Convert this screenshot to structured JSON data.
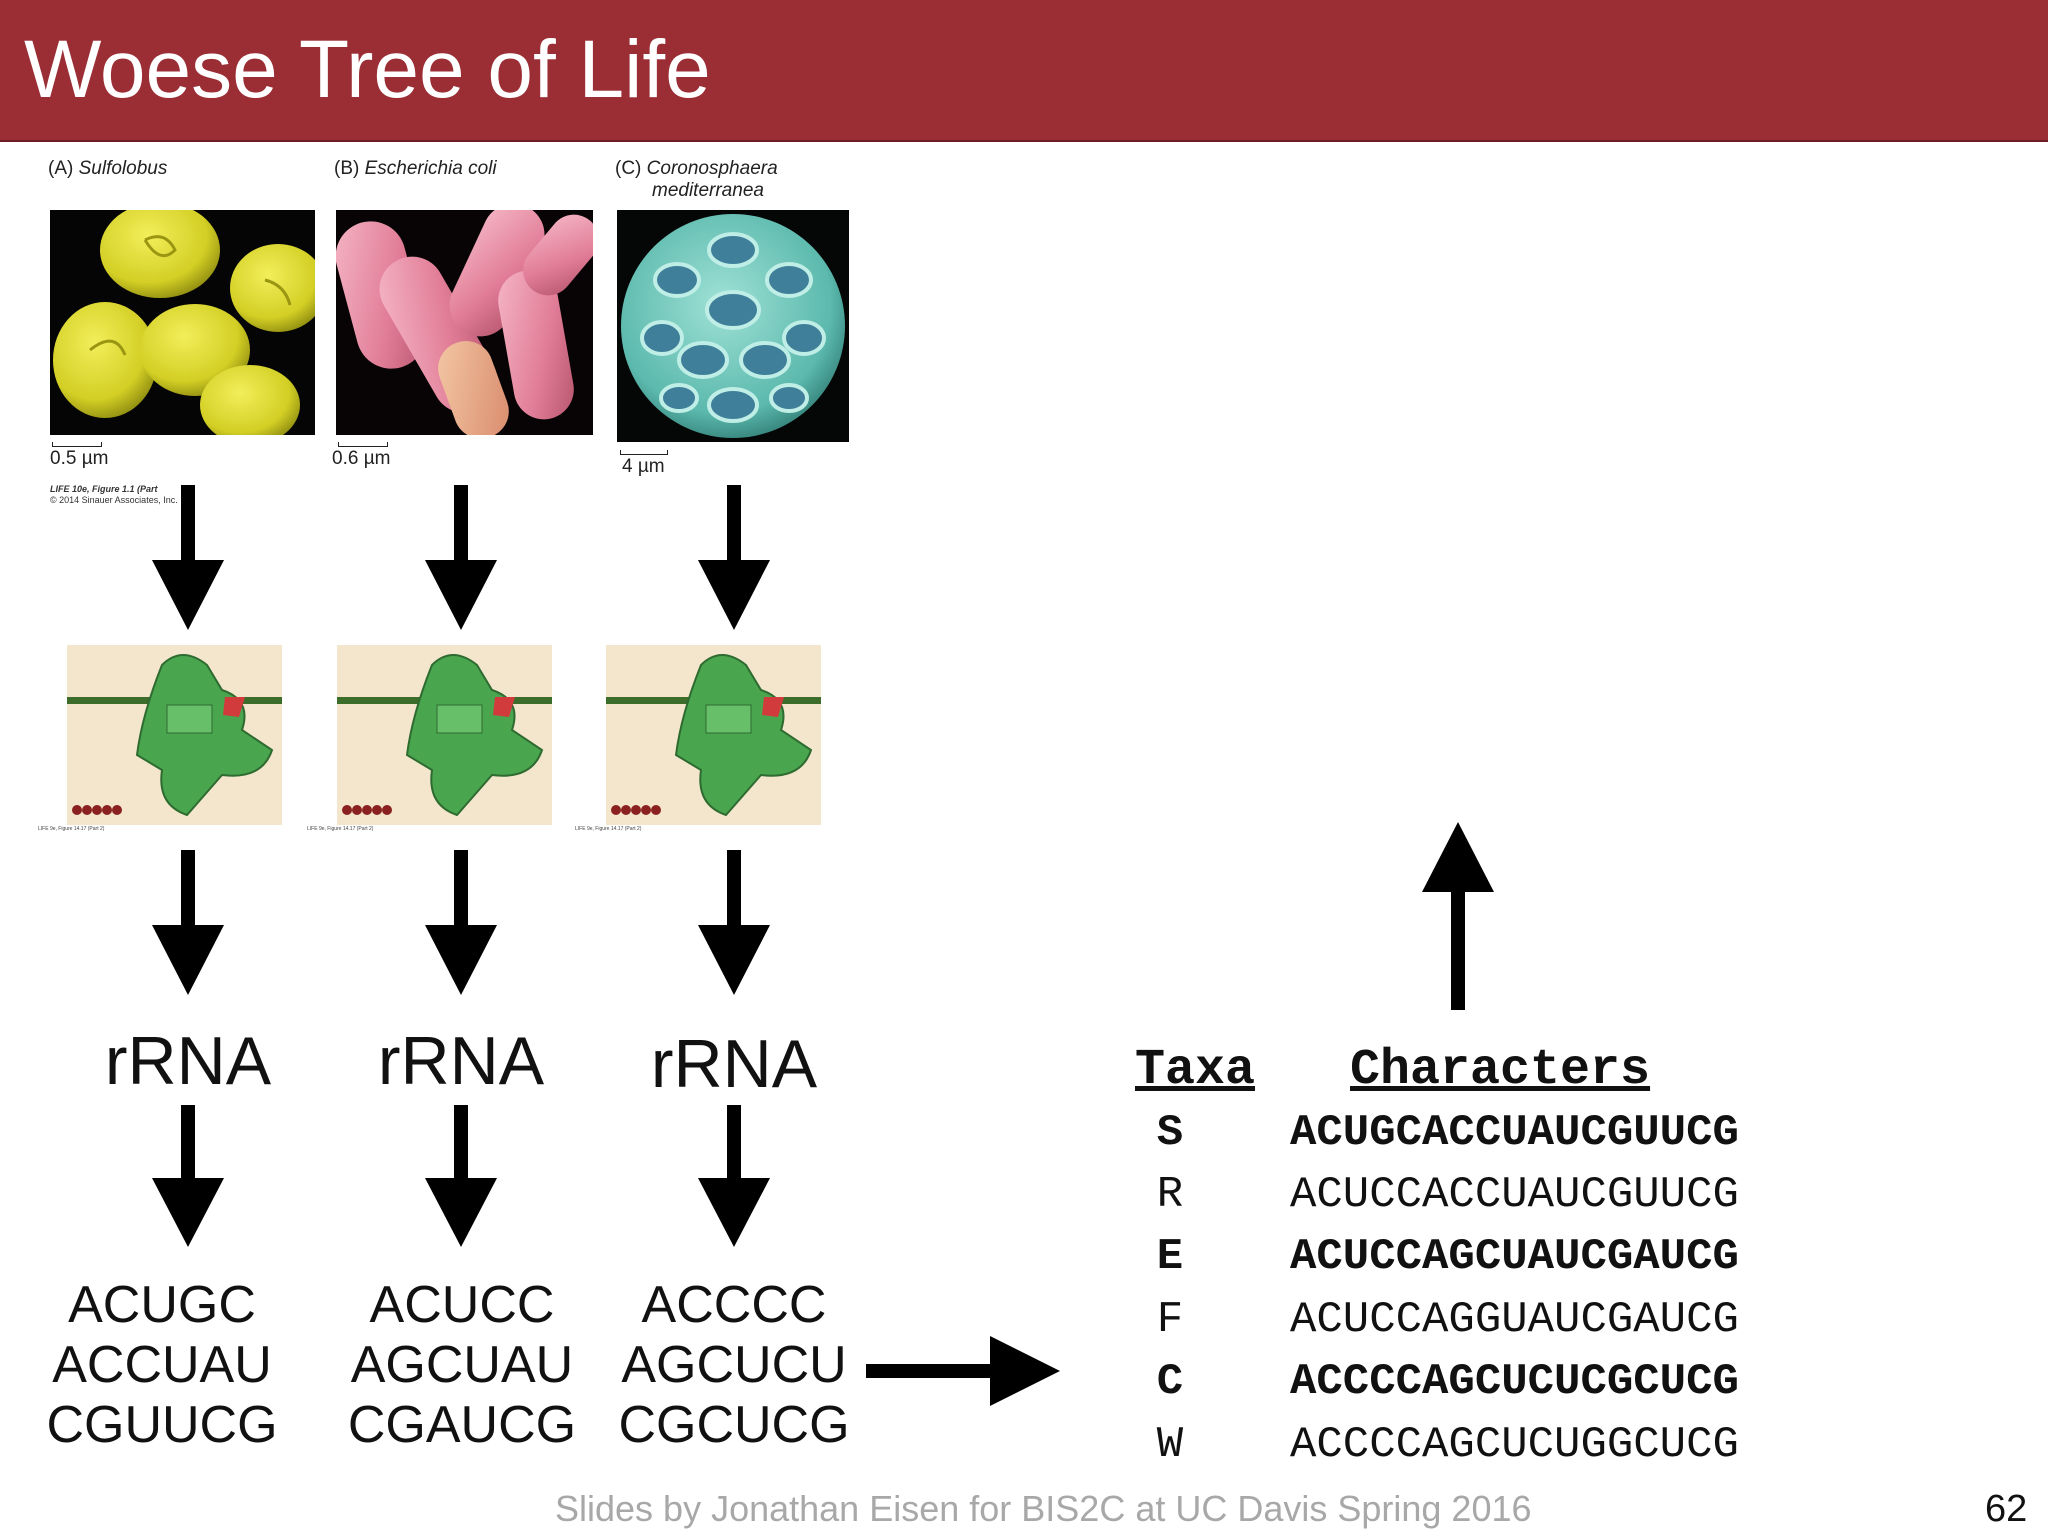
{
  "title": "Woese Tree of Life",
  "panels": [
    {
      "letter": "(A)",
      "name": "Sulfolobus",
      "scale": "0.5 µm"
    },
    {
      "letter": "(B)",
      "name": "Escherichia coli",
      "scale": "0.6 µm"
    },
    {
      "letter": "(C)",
      "name": "Coronosphaera mediterranea",
      "name_line1": "Coronosphaera",
      "name_line2": "mediterranea",
      "scale": "4 µm"
    }
  ],
  "figure_credit": {
    "line1": "LIFE 10e, Figure 1.1 (Part",
    "line2": "© 2014 Sinauer Associates, Inc."
  },
  "ribosome_caption": "LIFE 9e, Figure 14.17 (Part 2)",
  "rrna_label": "rRNA",
  "sequences": [
    [
      "ACUGC",
      "ACCUAU",
      "CGUUCG"
    ],
    [
      "ACUCC",
      "AGCUAU",
      "CGAUCG"
    ],
    [
      "ACCCC",
      "AGCUCU",
      "CGCUCG"
    ]
  ],
  "table": {
    "taxa_header": "Taxa",
    "characters_header": "Characters",
    "rows": [
      {
        "taxon": "S",
        "characters": "ACUGCACCUAUCGUUCG",
        "bold": true
      },
      {
        "taxon": "R",
        "characters": "ACUCCACCUAUCGUUCG",
        "bold": false
      },
      {
        "taxon": "E",
        "characters": "ACUCCAGCUAUCGAUCG",
        "bold": true
      },
      {
        "taxon": "F",
        "characters": "ACUCCAGGUAUCGAUCG",
        "bold": false
      },
      {
        "taxon": "C",
        "characters": "ACCCCAGCUCUCGCUCG",
        "bold": true
      },
      {
        "taxon": "W",
        "characters": "ACCCCAGCUCUGGCUCG",
        "bold": false
      }
    ]
  },
  "footer": "Slides by Jonathan Eisen for BIS2C at UC Davis Spring 2016",
  "page_number": "62",
  "colors": {
    "title_bar": "#9b2d35",
    "sulfolobus": "#d8d52a",
    "ecoli": "#e98fa5",
    "coccolith": "#6cc7bd",
    "ribosome": "#3f9a45",
    "ribosome_bg": "#f4e6cc"
  }
}
